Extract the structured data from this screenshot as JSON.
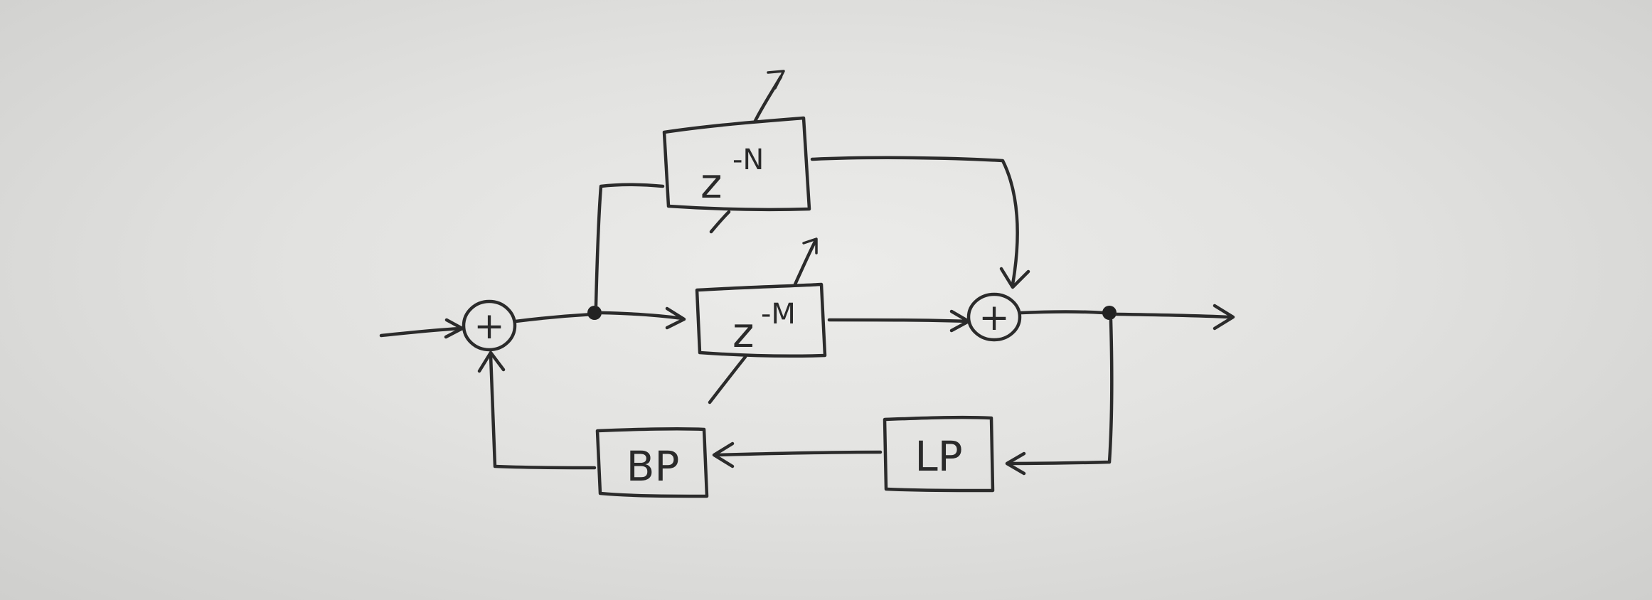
{
  "diagram": {
    "adders": {
      "input": {
        "symbol": "+"
      },
      "output": {
        "symbol": "+"
      }
    },
    "blocks": {
      "delay_n": {
        "base": "z",
        "exponent": "-N"
      },
      "delay_m": {
        "base": "z",
        "exponent": "-M"
      },
      "bp": {
        "label": "BP"
      },
      "lp": {
        "label": "LP"
      }
    }
  }
}
